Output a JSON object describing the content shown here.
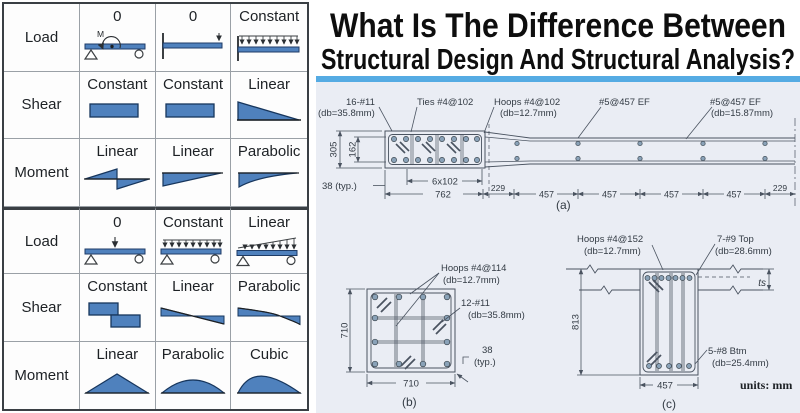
{
  "header": {
    "line1": "What Is The Difference Between",
    "line2": "Structural Design And Structural Analysis?"
  },
  "colors": {
    "accent_blue": "#55abe3",
    "table_shape_fill": "#4f81bd",
    "panel_bg": "#eaedf4",
    "drawing_stroke": "#4a5360"
  },
  "left_table": {
    "moment_symbol": "M",
    "rows": [
      {
        "label": "Load",
        "cells": [
          "0",
          "0",
          "Constant"
        ]
      },
      {
        "label": "Shear",
        "cells": [
          "Constant",
          "Constant",
          "Linear"
        ]
      },
      {
        "label": "Moment",
        "cells": [
          "Linear",
          "Linear",
          "Parabolic"
        ]
      },
      {
        "label": "Load",
        "cells": [
          "0",
          "Constant",
          "Linear"
        ]
      },
      {
        "label": "Shear",
        "cells": [
          "Constant",
          "Linear",
          "Parabolic"
        ]
      },
      {
        "label": "Moment",
        "cells": [
          "Linear",
          "Parabolic",
          "Cubic"
        ]
      }
    ]
  },
  "sec_a": {
    "bars": "16-#11",
    "bars_db": "(db=35.8mm)",
    "ties": "Ties #4@102",
    "hoops": "Hoops #4@102",
    "hoops_db": "(db=12.7mm)",
    "ef1": "#5@457 EF",
    "ef2": "#5@457 EF",
    "ef2_db": "(db=15.87mm)",
    "d305": "305",
    "d162": "162",
    "d38": "38 (typ.)",
    "d6": "6x102",
    "d762": "762",
    "chain": [
      "229",
      "457",
      "457",
      "457",
      "457",
      "229"
    ],
    "cap": "(a)"
  },
  "sec_b": {
    "hoops": "Hoops #4@114",
    "hoops_db": "(db=12.7mm)",
    "bars": "12-#11",
    "bars_db": "(db=35.8mm)",
    "d38": "38",
    "typ": "(typ.)",
    "h": "710",
    "w": "710",
    "cap": "(b)"
  },
  "sec_c": {
    "hoops": "Hoops #4@152",
    "hoops_db": "(db=12.7mm)",
    "top": "7-#9 Top",
    "top_db": "(db=28.6mm)",
    "ts": "ts",
    "h": "813",
    "btm": "5-#8 Btm",
    "btm_db": "(db=25.4mm)",
    "w": "457",
    "units": "units: mm",
    "cap": "(c)"
  }
}
